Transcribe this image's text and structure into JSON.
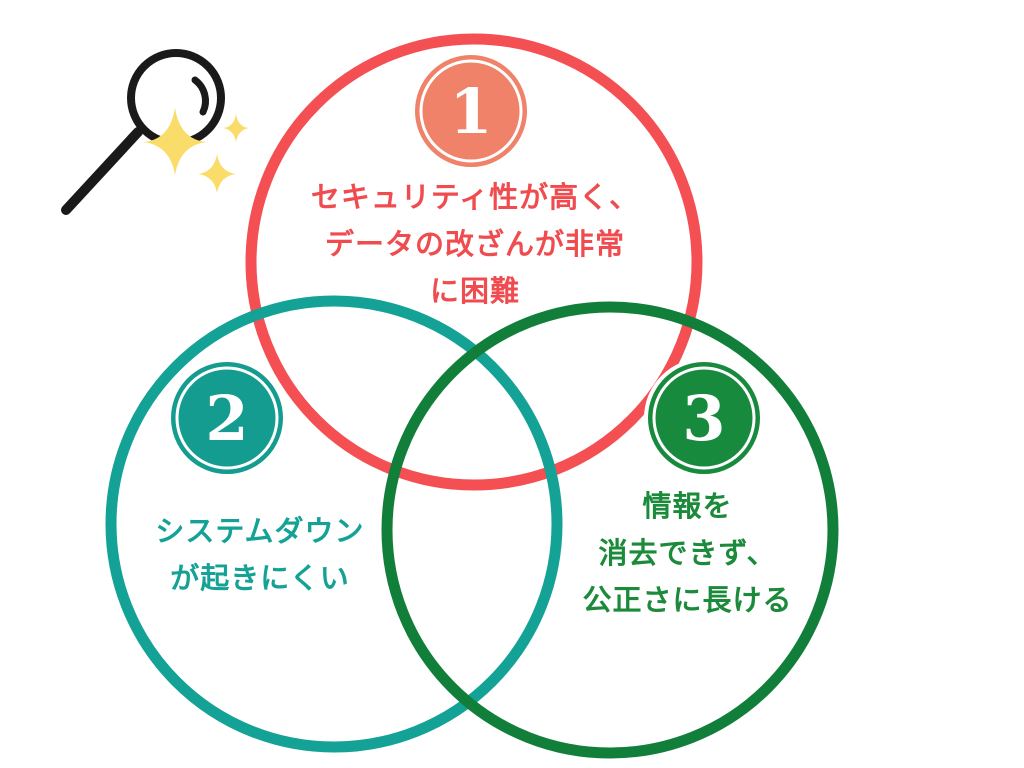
{
  "circles": [
    {
      "number": "1",
      "color": "#f44f52",
      "badge_color": "#ef8268",
      "lines": [
        "セキュリティ性が高く、",
        "データの改ざんが非常",
        "に困難"
      ]
    },
    {
      "number": "2",
      "color": "#13a295",
      "badge_color": "#149c90",
      "lines": [
        "システムダウン",
        "が起きにくい"
      ]
    },
    {
      "number": "3",
      "color": "#117f3a",
      "badge_color": "#178a3e",
      "lines": [
        "情報を",
        "消去できず、",
        "公正さに長ける"
      ]
    }
  ],
  "decorations": {
    "magnifier_icon": "magnifying-glass-icon",
    "sparkle_icon": "sparkle-icon",
    "sparkle_color": "#f9dc6a"
  }
}
